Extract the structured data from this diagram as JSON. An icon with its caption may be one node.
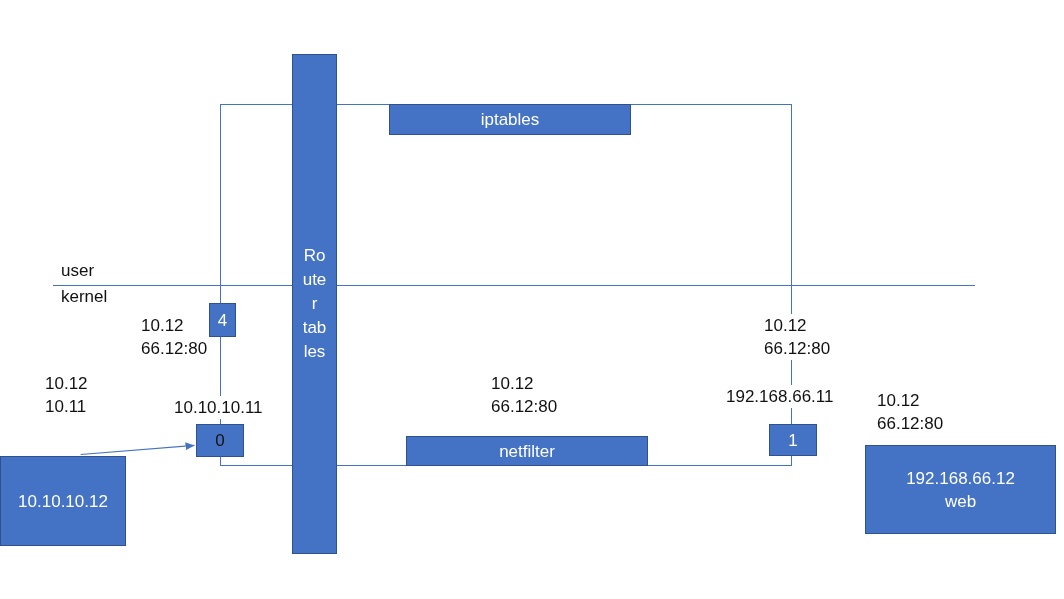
{
  "diagram": {
    "nodes": [
      {
        "text": [
          "Router tables"
        ]
      },
      {
        "text": [],
        "shape": "box"
      },
      {
        "text": [
          "iptables"
        ],
        "in": 1
      },
      {
        "text": [
          "4"
        ]
      },
      {
        "text": [
          "0"
        ],
        "beside": [
          "10.10.10.11"
        ]
      },
      {
        "text": [
          "1"
        ],
        "beside": [
          "192.168.66.11"
        ]
      },
      {
        "text": [
          "netfilter"
        ],
        "in": 1
      },
      {
        "text": [
          "192.168.66.12",
          "web"
        ]
      },
      {
        "text": [
          "10.10.10.12"
        ]
      }
    ],
    "edges": [
      {
        "from": 8,
        "to": 4,
        "arrow": "to"
      }
    ],
    "labels": [
      "user",
      "kernel",
      "10.12 66.12:80",
      "10.12 66.12:80",
      "10.12 10.11",
      "10.12 66.12:80",
      "10.12 66.12:80"
    ]
  }
}
